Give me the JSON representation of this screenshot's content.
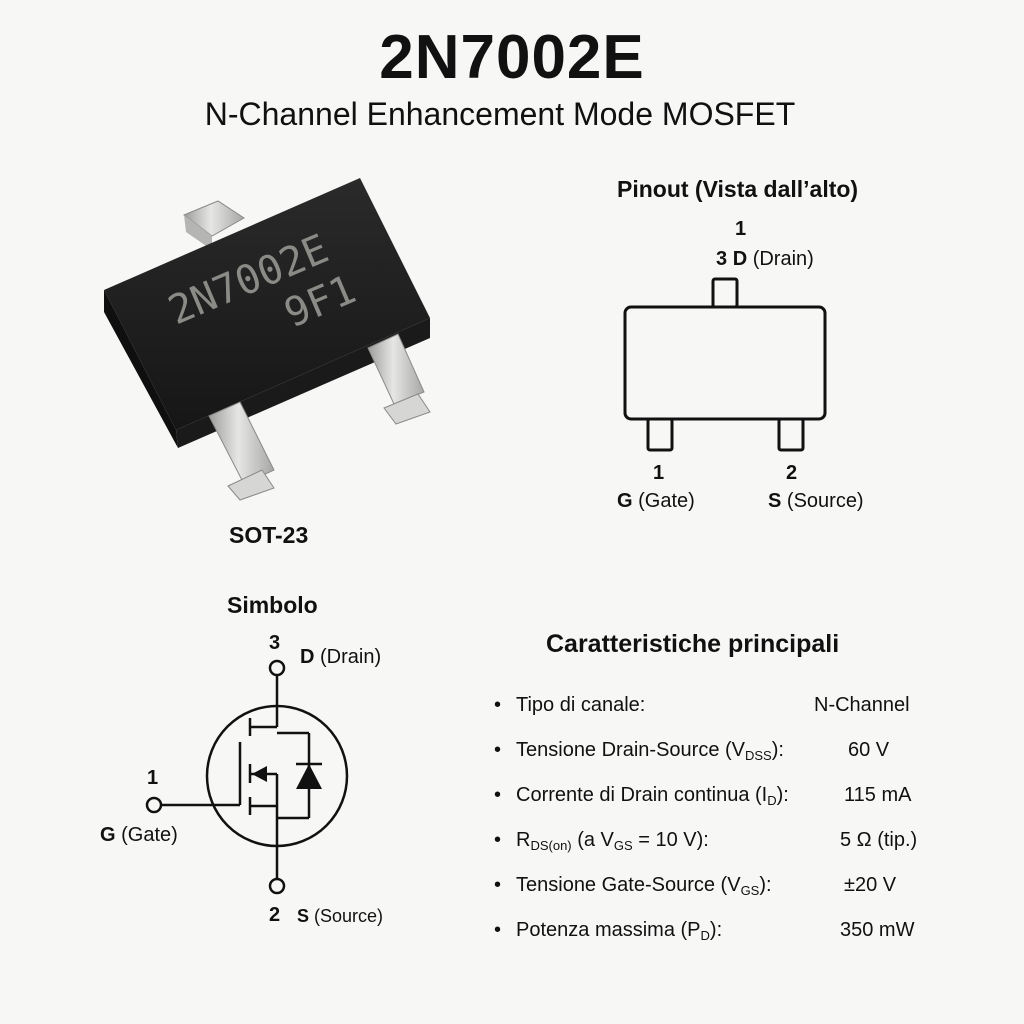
{
  "header": {
    "title": "2N7002E",
    "subtitle": "N-Channel Enhancement Mode MOSFET"
  },
  "package": {
    "marking_line1": "2N7002E",
    "marking_line2": "9F1",
    "label": "SOT-23"
  },
  "pinout": {
    "heading": "Pinout (Vista dall’alto)",
    "top_pin_number": "1",
    "drain_number": "3",
    "drain_letter": "D",
    "drain_name": "(Drain)",
    "gate_number": "1",
    "gate_letter": "G",
    "gate_name": "(Gate)",
    "source_number": "2",
    "source_letter": "S",
    "source_name": "(Source)"
  },
  "symbol": {
    "heading": "Simbolo",
    "drain_number": "3",
    "drain_letter": "D",
    "drain_name": "(Drain)",
    "gate_number": "1",
    "gate_letter": "G",
    "gate_name": "(Gate)",
    "source_number": "2",
    "source_letter": "S",
    "source_name": "(Source)"
  },
  "characteristics": {
    "heading": "Caratteristiche principali",
    "bullet": "•",
    "items": [
      {
        "name_pre": "Tipo di canale:",
        "sub": "",
        "name_post": "",
        "value": "N-Channel"
      },
      {
        "name_pre": "Tensione Drain-Source (V",
        "sub": "DSS",
        "name_post": "):",
        "value": "60 V"
      },
      {
        "name_pre": "Corrente di Drain continua (I",
        "sub": "D",
        "name_post": "):",
        "value": "115 mA"
      },
      {
        "name_pre": "R",
        "sub": "DS(on)",
        "name_mid": " (a V",
        "sub2": "GS",
        "name_post": " = 10 V):",
        "value": "5 Ω (tip.)"
      },
      {
        "name_pre": "Tensione Gate-Source (V",
        "sub": "GS",
        "name_post": "):",
        "value": "±20 V"
      },
      {
        "name_pre": "Potenza massima (P",
        "sub": "D",
        "name_post": "):",
        "value": "350 mW"
      }
    ]
  },
  "colors": {
    "body_dark": "#1e1e1e",
    "lead_metal": "#c9c9c7",
    "marking": "#8a8a86",
    "line": "#111111"
  }
}
